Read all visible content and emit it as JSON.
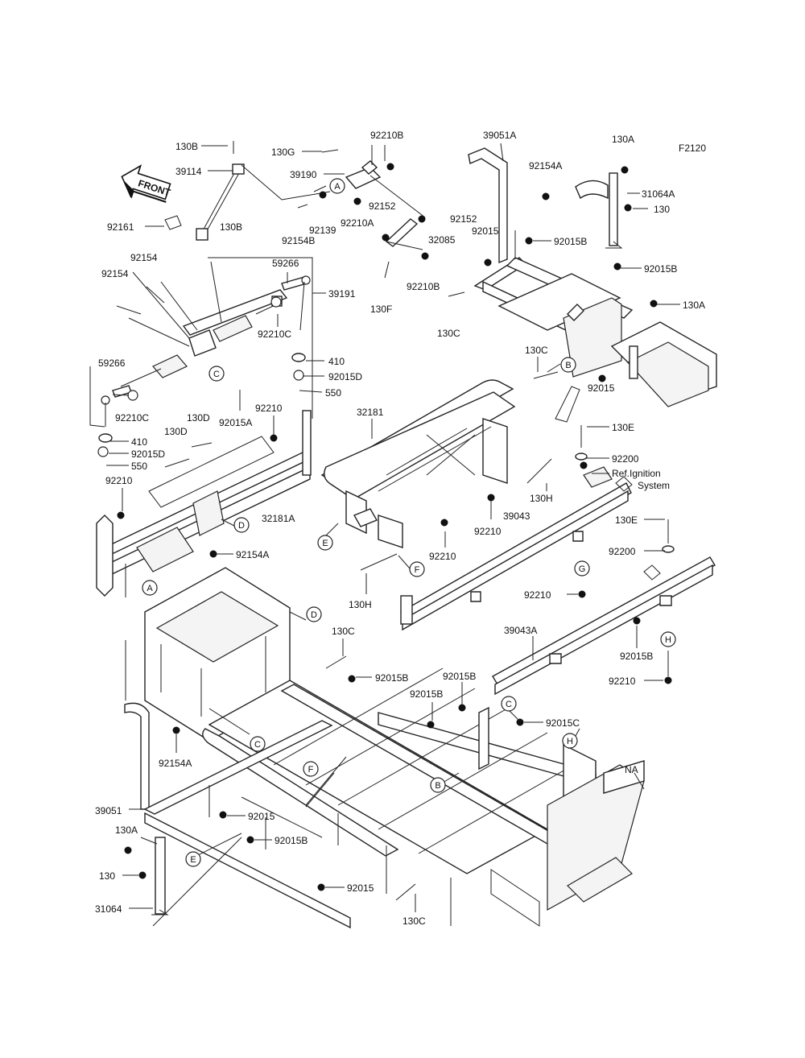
{
  "diagram_code": "F2120",
  "front_label": "FRONT",
  "ref_note": [
    "Ref.Ignition",
    "System"
  ],
  "ref_letters": [
    "A",
    "B",
    "C",
    "D",
    "E",
    "F",
    "G",
    "H"
  ],
  "labels": {
    "l130B_top": "130B",
    "l39114": "39114",
    "l130G": "130G",
    "l92210B_top": "92210B",
    "l39190": "39190",
    "l92210A": "92210A",
    "l92139": "92139",
    "l92154B": "92154B",
    "l92152a": "92152",
    "l92152b": "92152",
    "l32085": "32085",
    "l92210B_mid": "92210B",
    "l130F": "130F",
    "l92161": "92161",
    "l130B_mid": "130B",
    "l92154_a": "92154",
    "l92154_b": "92154",
    "l59266_top": "59266",
    "l39191": "39191",
    "l92210C_top": "92210C",
    "l410_top": "410",
    "l92015D_top": "92015D",
    "l550_top": "550",
    "l59266_left": "59266",
    "l92210C_left": "92210C",
    "l410_left": "410",
    "l92015D_left": "92015D",
    "l550_left": "550",
    "l92015A": "92015A",
    "l92210_top": "92210",
    "l130D_a": "130D",
    "l130D_b": "130D",
    "l92210_left": "92210",
    "l32181A": "32181A",
    "l92154A_mid": "92154A",
    "l32181": "32181",
    "l39051A": "39051A",
    "l92154A_top": "92154A",
    "l92015_top": "92015",
    "l92015B_r1": "92015B",
    "l130C_top": "130C",
    "l130A_top": "130A",
    "l31064A": "31064A",
    "l130_top": "130",
    "l92015B_r2": "92015B",
    "l130A_r": "130A",
    "l130C_mid": "130C",
    "l92015_mid": "92015",
    "l130E_a": "130E",
    "l92200_a": "92200",
    "l130H_a": "130H",
    "l39043": "39043",
    "l92210_mid": "92210",
    "l92210_c": "92210",
    "l130H_b": "130H",
    "l130E_b": "130E",
    "l92200_b": "92200",
    "l92210_g": "92210",
    "l39043A": "39043A",
    "l92015B_h": "92015B",
    "l92210_h": "92210",
    "l130C_low": "130C",
    "l92015B_c1": "92015B",
    "l92015B_c2": "92015B",
    "l92015B_c3": "92015B",
    "l92015C": "92015C",
    "l92154A_low": "92154A",
    "l39051": "39051",
    "l92015_low": "92015",
    "l92015B_low": "92015B",
    "l130A_low": "130A",
    "l130_low": "130",
    "l31064": "31064",
    "l92015_bot": "92015",
    "l130C_bot": "130C",
    "lNA": "NA"
  }
}
